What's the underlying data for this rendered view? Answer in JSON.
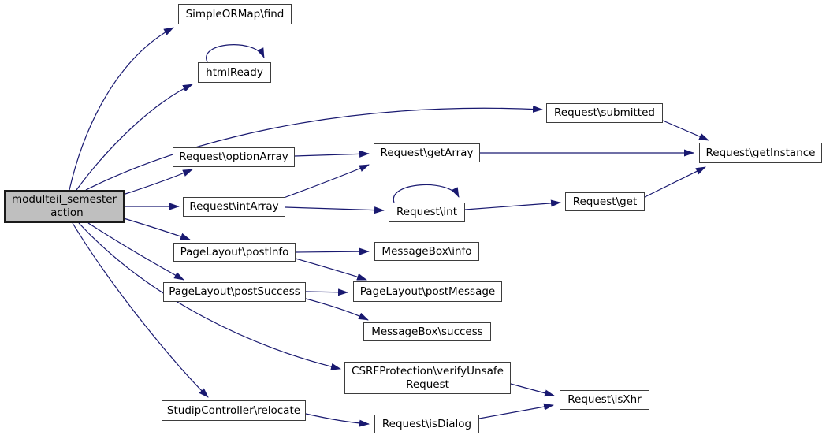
{
  "diagram": {
    "type": "call-graph",
    "background_color": "#ffffff",
    "edge_color": "#191970",
    "node_fill": "#ffffff",
    "node_border_color": "#3d3d3d",
    "highlight_node_fill": "#bfbfbf",
    "nodes": [
      {
        "id": "find",
        "label": "SimpleORMap\\find"
      },
      {
        "id": "htmlready",
        "label": "htmlReady"
      },
      {
        "id": "submitted",
        "label": "Request\\submitted"
      },
      {
        "id": "optionarray",
        "label": "Request\\optionArray"
      },
      {
        "id": "getarray",
        "label": "Request\\getArray"
      },
      {
        "id": "getinstance",
        "label": "Request\\getInstance"
      },
      {
        "id": "main",
        "label": "modulteil_semester",
        "label_line2": "_action",
        "highlighted": true
      },
      {
        "id": "intarray",
        "label": "Request\\intArray"
      },
      {
        "id": "int",
        "label": "Request\\int"
      },
      {
        "id": "get",
        "label": "Request\\get"
      },
      {
        "id": "postinfo",
        "label": "PageLayout\\postInfo"
      },
      {
        "id": "info",
        "label": "MessageBox\\info"
      },
      {
        "id": "postsuccess",
        "label": "PageLayout\\postSuccess"
      },
      {
        "id": "postmessage",
        "label": "PageLayout\\postMessage"
      },
      {
        "id": "success",
        "label": "MessageBox\\success"
      },
      {
        "id": "verifyunsafe",
        "label": "CSRFProtection\\verifyUnsafe",
        "label_line2": "Request"
      },
      {
        "id": "relocate",
        "label": "StudipController\\relocate"
      },
      {
        "id": "isdialog",
        "label": "Request\\isDialog"
      },
      {
        "id": "isxhr",
        "label": "Request\\isXhr"
      }
    ],
    "edges": [
      {
        "from": "main",
        "to": "find"
      },
      {
        "from": "main",
        "to": "htmlready"
      },
      {
        "from": "main",
        "to": "submitted"
      },
      {
        "from": "main",
        "to": "optionarray"
      },
      {
        "from": "main",
        "to": "intarray"
      },
      {
        "from": "main",
        "to": "postinfo"
      },
      {
        "from": "main",
        "to": "postsuccess"
      },
      {
        "from": "main",
        "to": "verifyunsafe"
      },
      {
        "from": "main",
        "to": "relocate"
      },
      {
        "from": "htmlready",
        "to": "htmlready"
      },
      {
        "from": "optionarray",
        "to": "getarray"
      },
      {
        "from": "intarray",
        "to": "getarray"
      },
      {
        "from": "intarray",
        "to": "int"
      },
      {
        "from": "int",
        "to": "int"
      },
      {
        "from": "int",
        "to": "get"
      },
      {
        "from": "get",
        "to": "getinstance"
      },
      {
        "from": "getarray",
        "to": "getinstance"
      },
      {
        "from": "submitted",
        "to": "getinstance"
      },
      {
        "from": "postinfo",
        "to": "info"
      },
      {
        "from": "postinfo",
        "to": "postmessage"
      },
      {
        "from": "postsuccess",
        "to": "postmessage"
      },
      {
        "from": "postsuccess",
        "to": "success"
      },
      {
        "from": "verifyunsafe",
        "to": "isxhr"
      },
      {
        "from": "relocate",
        "to": "isdialog"
      },
      {
        "from": "isdialog",
        "to": "isxhr"
      }
    ]
  }
}
